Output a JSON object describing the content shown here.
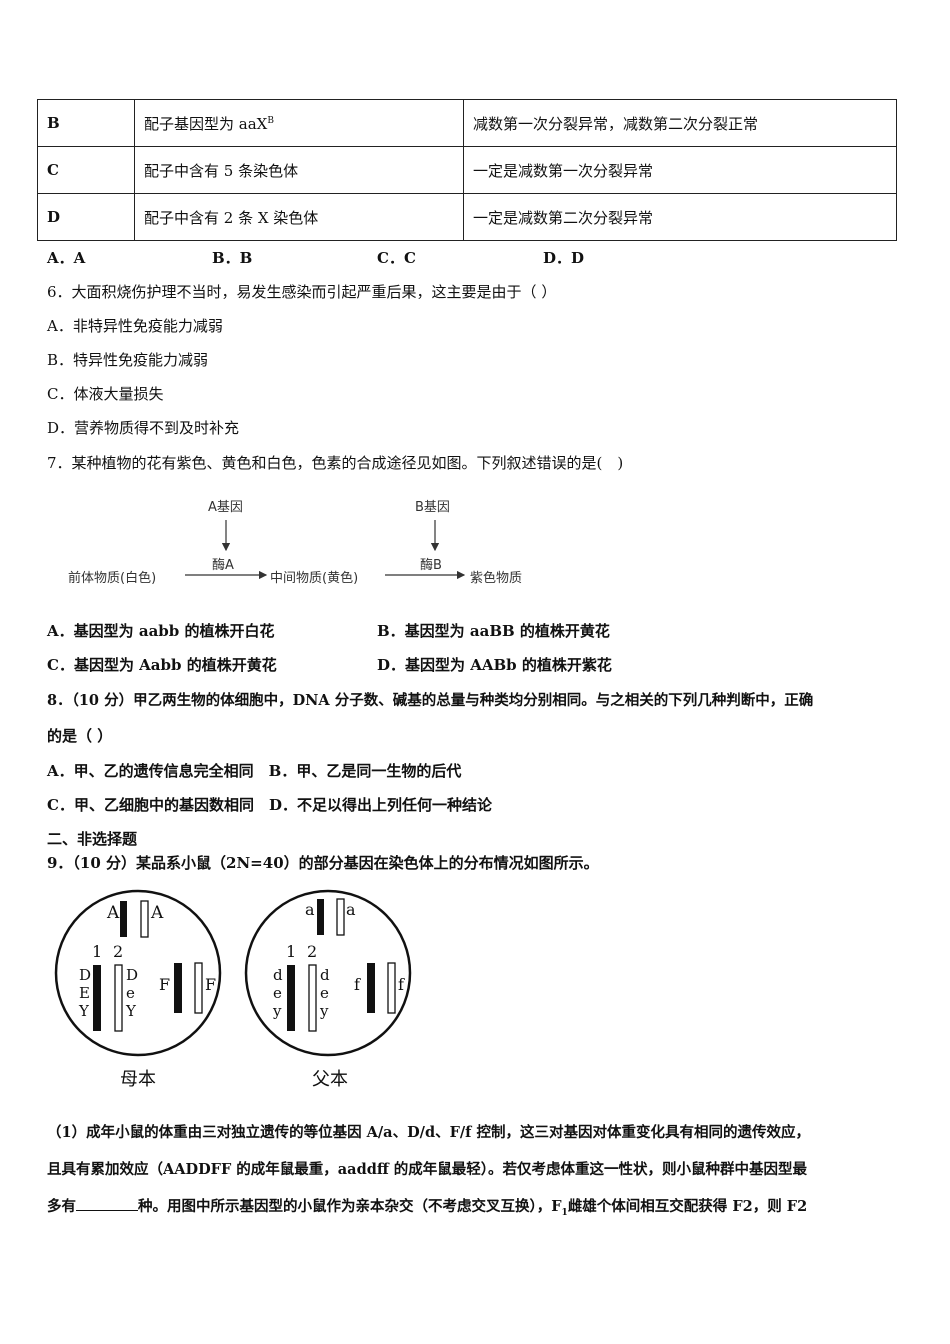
{
  "table": {
    "rows": [
      {
        "label": "B",
        "desc_pre": "配子基因型为 aaX",
        "desc_sup": "B",
        "judgment": "减数第一次分裂异常，减数第二次分裂正常"
      },
      {
        "label": "C",
        "desc_pre": "配子中含有 5 条染色体",
        "desc_sup": "",
        "judgment": "一定是减数第一次分裂异常"
      },
      {
        "label": "D",
        "desc_pre": "配子中含有 2 条 X 染色体",
        "desc_sup": "",
        "judgment": "一定是减数第二次分裂异常"
      }
    ]
  },
  "q5_options": [
    "A．A",
    "B．B",
    "C．C",
    "D．D"
  ],
  "q6": {
    "stem": "6．大面积烧伤护理不当时，易发生感染而引起严重后果，这主要是由于（ ）",
    "options": [
      "A．非特异性免疫能力减弱",
      "B．特异性免疫能力减弱",
      "C．体液大量损失",
      "D．营养物质得不到及时补充"
    ]
  },
  "q7": {
    "stem": "7．某种植物的花有紫色、黄色和白色，色素的合成途径见如图。下列叙述错误的是(　)",
    "diagram": {
      "gene_a": "A基因",
      "gene_b": "B基因",
      "enzyme_a": "酶A",
      "enzyme_b": "酶B",
      "precursor": "前体物质(白色)",
      "intermediate": "中间物质(黄色)",
      "product": "紫色物质"
    },
    "options": [
      "A．基因型为 aabb 的植株开白花",
      "B．基因型为 aaBB 的植株开黄花",
      "C．基因型为 Aabb 的植株开黄花",
      "D．基因型为 AABb 的植株开紫花"
    ]
  },
  "q8": {
    "stem_line1": "8．（10 分）甲乙两生物的体细胞中，DNA 分子数、碱基的总量与种类均分别相同。与之相关的下列几种判断中，正确",
    "stem_line2": "的是（ ）",
    "options_line1": "A．甲、乙的遗传信息完全相同　B．甲、乙是同一生物的后代",
    "options_line2": "C．甲、乙细胞中的基因数相同　D．不足以得出上列任何一种结论"
  },
  "section2": "二、非选择题",
  "q9": {
    "stem": "9．（10 分）某品系小鼠（2N=40）的部分基因在染色体上的分布情况如图所示。",
    "figure": {
      "mother": {
        "label": "母本",
        "top_left": "A",
        "top_right": "A",
        "num1": "1",
        "num2": "2",
        "left_col": [
          "D",
          "E",
          "Y"
        ],
        "mid_col": [
          "D",
          "e",
          "Y"
        ],
        "f_left": "F",
        "f_right": "F"
      },
      "father": {
        "label": "父本",
        "top_left": "a",
        "top_right": "a",
        "num1": "1",
        "num2": "2",
        "left_col": [
          "d",
          "e",
          "y"
        ],
        "mid_col": [
          "d",
          "e",
          "y"
        ],
        "f_left": "f",
        "f_right": "f"
      }
    },
    "sub1_line1": "（1）成年小鼠的体重由三对独立遗传的等位基因 A/a、D/d、F/f 控制，这三对基因对体重变化具有相同的遗传效应，",
    "sub1_line2": "且具有累加效应（AADDFF 的成年鼠最重，aaddff 的成年鼠最轻）。若仅考虑体重这一性状，则小鼠种群中基因型最",
    "sub1_line3_a": "多有",
    "sub1_line3_b": "种。用图中所示基因型的小鼠作为亲本杂交（不考虑交叉互换），F",
    "sub1_line3_sub": "1",
    "sub1_line3_c": "雌雄个体间相互交配获得 F2，则 F2"
  }
}
